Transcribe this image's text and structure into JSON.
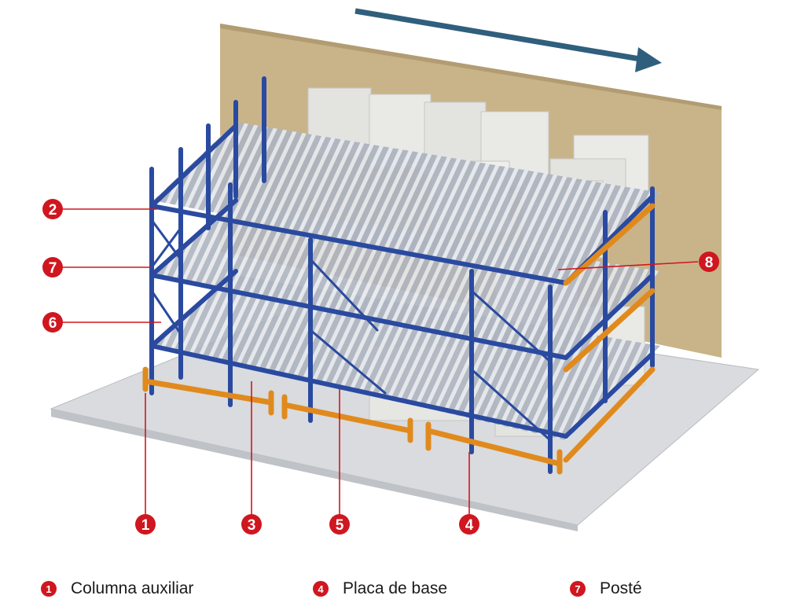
{
  "callouts": [
    {
      "id": "1",
      "label": "1"
    },
    {
      "id": "2",
      "label": "2"
    },
    {
      "id": "3",
      "label": "3"
    },
    {
      "id": "4",
      "label": "4"
    },
    {
      "id": "5",
      "label": "5"
    },
    {
      "id": "6",
      "label": "6"
    },
    {
      "id": "7",
      "label": "7"
    },
    {
      "id": "8",
      "label": "8"
    }
  ],
  "legend": [
    {
      "number": "1",
      "text": "Columna auxiliar"
    },
    {
      "number": "4",
      "text": "Placa de base"
    },
    {
      "number": "7",
      "text": "Posté"
    }
  ],
  "colors": {
    "callout": "#d0161f",
    "frame": "#2a4aa0",
    "beam": "#e08a1e",
    "wall": "#c9b48a",
    "floor": "#d7d9dd",
    "arrow": "#2f5f7c",
    "box": "#ececea"
  }
}
